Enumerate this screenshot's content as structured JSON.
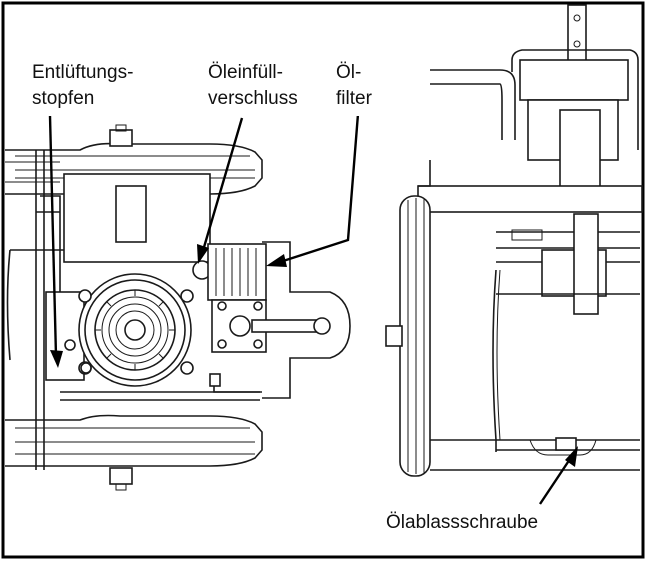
{
  "labels": {
    "vent_plug_line1": "Entlüftungs-",
    "vent_plug_line2": "stopfen",
    "oil_fill_line1": "Öleinfüll-",
    "oil_fill_line2": "verschluss",
    "oil_filter_line1": "Öl-",
    "oil_filter_line2": "filter",
    "oil_drain": "Ölablassschraube"
  },
  "colors": {
    "line": "#1a1a1a",
    "frame": "#000000",
    "background": "#ffffff"
  }
}
